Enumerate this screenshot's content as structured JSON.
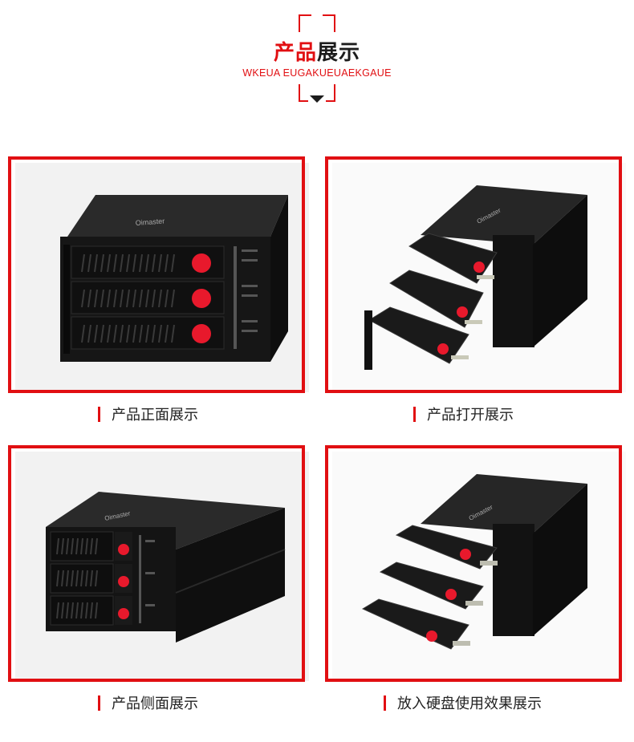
{
  "header": {
    "title_accent": "产品",
    "title_rest": "展示",
    "subtitle": "WKEUA EUGAKUEUAEKGAUE"
  },
  "panels": [
    {
      "caption": "产品正面展示",
      "brand": "Oimaster",
      "image": "front view of 3-bay hot-swap drive enclosure"
    },
    {
      "caption": "产品打开展示",
      "brand": "Oimaster",
      "image": "enclosure with three open trays"
    },
    {
      "caption": "产品侧面展示",
      "brand": "Oimaster",
      "image": "side view of enclosure"
    },
    {
      "caption": "放入硬盘使用效果展示",
      "brand": "Oimaster",
      "image": "enclosure with hard drives inserted"
    }
  ],
  "colors": {
    "accent": "#e10f12",
    "device": "#141414",
    "lock": "#e8192c"
  }
}
